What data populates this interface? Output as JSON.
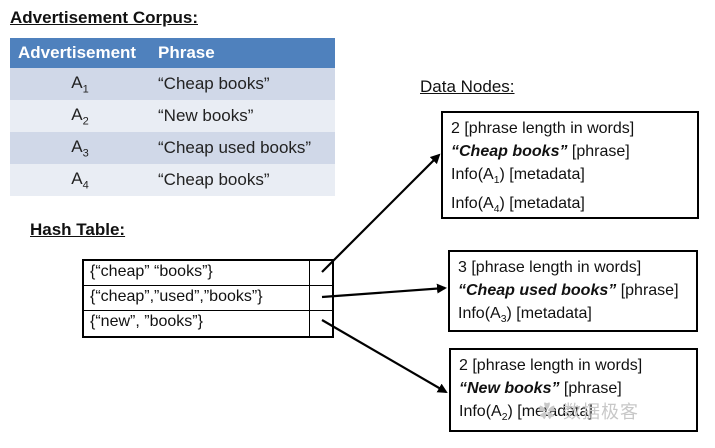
{
  "corpus_heading": "Advertisement Corpus:",
  "hash_heading": "Hash Table:",
  "nodes_heading": "Data Nodes:",
  "corpus_table": {
    "headers": [
      "Advertisement",
      "Phrase"
    ],
    "rows": [
      {
        "ad_base": "A",
        "ad_sub": "1",
        "phrase": "“Cheap books”"
      },
      {
        "ad_base": "A",
        "ad_sub": "2",
        "phrase": "“New books”"
      },
      {
        "ad_base": "A",
        "ad_sub": "3",
        "phrase": "“Cheap used books”"
      },
      {
        "ad_base": "A",
        "ad_sub": "4",
        "phrase": "“Cheap books”"
      }
    ]
  },
  "hash_table": {
    "rows": [
      "{“cheap” “books”}",
      "{“cheap”,”used”,”books”}",
      "{“new”, ”books”}"
    ]
  },
  "data_nodes": [
    {
      "length_line": "2 [phrase length in words]",
      "phrase": "“Cheap books”",
      "phrase_suffix": " [phrase]",
      "info": [
        {
          "base": "Info(A",
          "sub": "1",
          "suffix": ") [metadata]"
        },
        {
          "base": "Info(A",
          "sub": "4",
          "suffix": ") [metadata]"
        }
      ]
    },
    {
      "length_line": "3 [phrase length in words]",
      "phrase": "“Cheap used books”",
      "phrase_suffix": " [phrase]",
      "info": [
        {
          "base": "Info(A",
          "sub": "3",
          "suffix": ") [metadata]"
        }
      ]
    },
    {
      "length_line": "2 [phrase length in words]",
      "phrase": "“New books”",
      "phrase_suffix": " [phrase]",
      "info": [
        {
          "base": "Info(A",
          "sub": "2",
          "suffix": ") [metadata]"
        }
      ]
    }
  ],
  "watermark": "数据极客"
}
